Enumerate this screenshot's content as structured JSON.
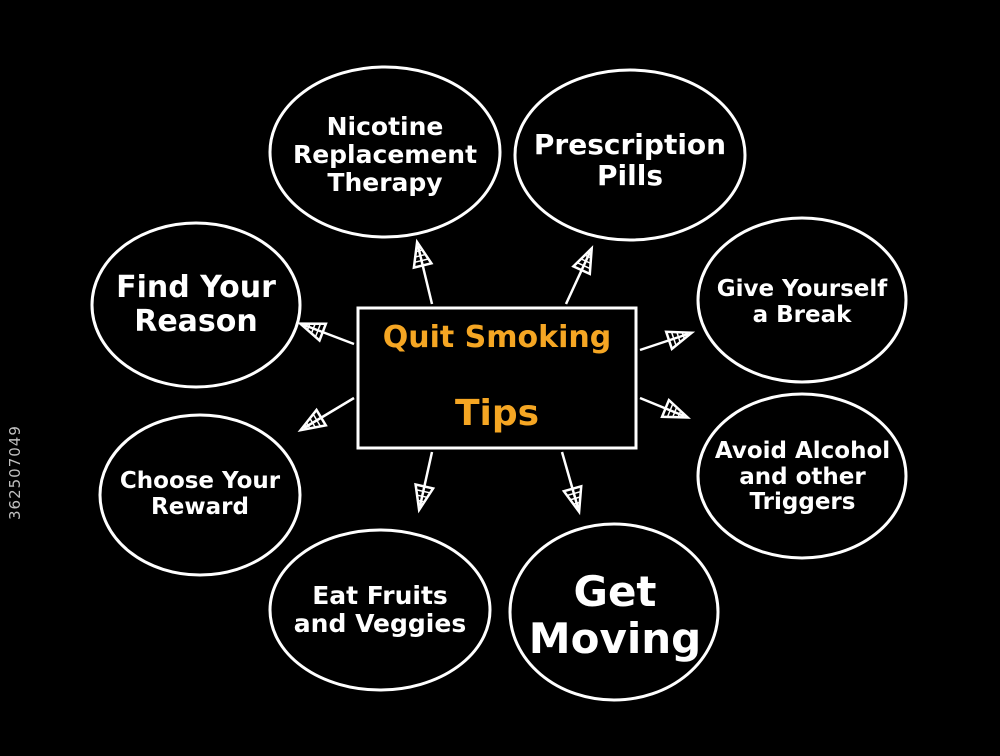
{
  "center": {
    "line1": "Quit Smoking",
    "line2": "Tips"
  },
  "nodes": [
    {
      "id": "nicotine",
      "text": "Nicotine\nReplacement\nTherapy"
    },
    {
      "id": "prescription",
      "text": "Prescription\nPills"
    },
    {
      "id": "break",
      "text": "Give Yourself\na Break"
    },
    {
      "id": "alcohol",
      "text": "Avoid Alcohol\nand other\nTriggers"
    },
    {
      "id": "moving",
      "text": "Get\nMoving"
    },
    {
      "id": "fruits",
      "text": "Eat Fruits\nand Veggies"
    },
    {
      "id": "reward",
      "text": "Choose Your\nReward"
    },
    {
      "id": "reason",
      "text": "Find Your\nReason"
    }
  ],
  "watermark": "362507049",
  "colors": {
    "background": "#000000",
    "stroke": "#ffffff",
    "center_text": "#f5a623"
  }
}
